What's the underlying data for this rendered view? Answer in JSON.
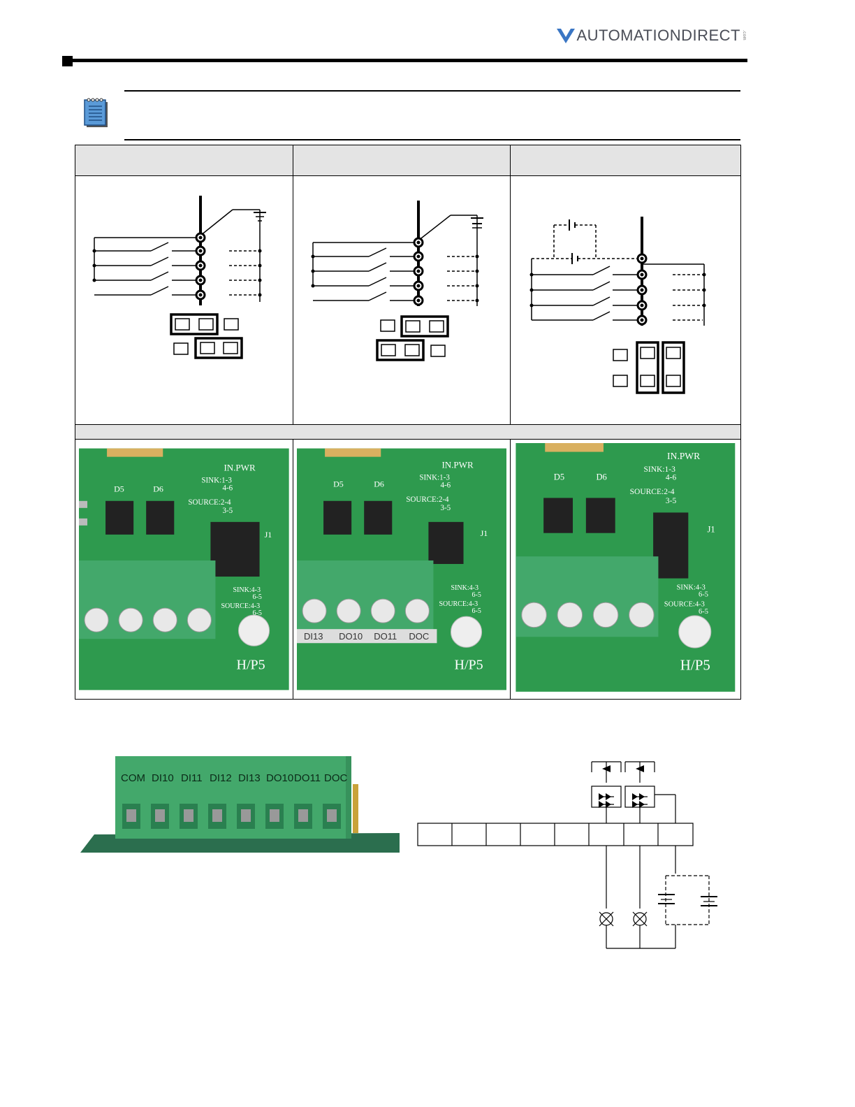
{
  "header": {
    "brand": "AUTOMATIONDIRECT",
    "brand_suffix": ".com",
    "brand_color": "#4a4d57",
    "accent_color": "#3a76c4"
  },
  "note": {
    "icon": "note-pad-icon"
  },
  "board_photos": [
    {
      "tags": [
        "IN.PWR",
        "SINK:1-3",
        "4-6",
        "SOURCE:2-4",
        "3-5",
        "D5",
        "D6",
        "J1",
        "SINK:4-3",
        "6-5",
        "SOURCE:4-3",
        "6-5",
        "H/P5"
      ]
    },
    {
      "tags": [
        "IN.PWR",
        "SINK:1-3",
        "4-6",
        "SOURCE:2-4",
        "3-5",
        "D5",
        "D6",
        "J1",
        "SINK:4-3",
        "6-5",
        "SOURCE:4-3",
        "6-5",
        "DI13",
        "DO10",
        "DO11",
        "DOC",
        "H/P5"
      ]
    },
    {
      "tags": [
        "IN.PWR",
        "SINK:1-3",
        "4-6",
        "SOURCE:2-4",
        "3-5",
        "D5",
        "D6",
        "J1",
        "SINK:4-3",
        "6-5",
        "SOURCE:4-3",
        "6-5",
        "H/P5"
      ]
    }
  ],
  "terminal_labels": [
    "COM",
    "DI10",
    "DI11",
    "DI12",
    "DI13",
    "DO10",
    "DO11",
    "DOC"
  ],
  "colors": {
    "pcb_green": "#2e9a4e",
    "terminal_green": "#43a86b",
    "band_gray": "#e4e4e4"
  }
}
